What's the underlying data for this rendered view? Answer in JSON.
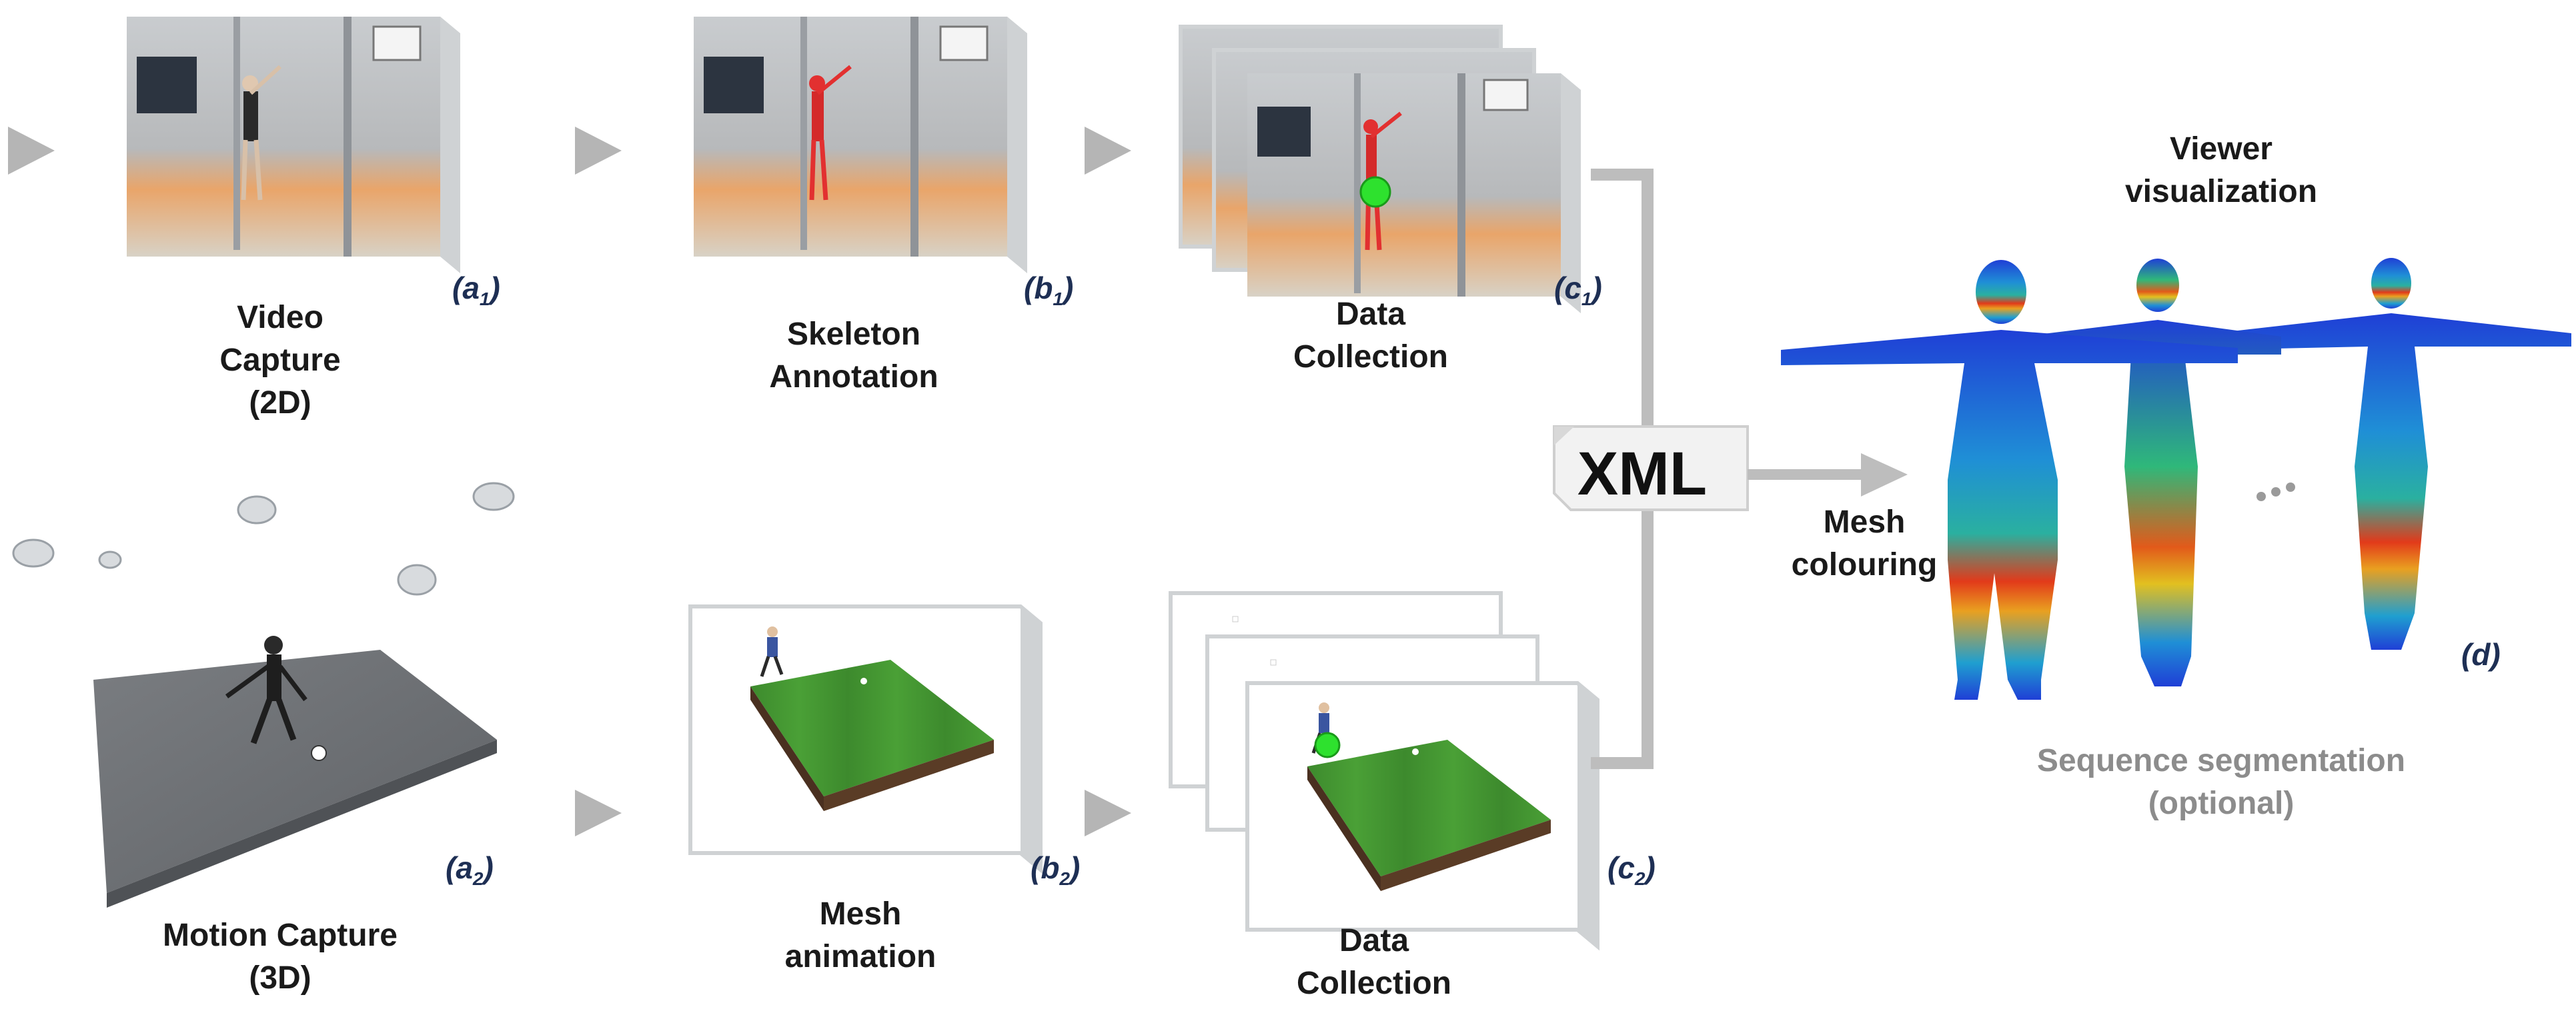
{
  "labels": {
    "video_capture": [
      "Video",
      "Capture",
      "(2D)"
    ],
    "skeleton_annotation": [
      "Skeleton",
      "Annotation"
    ],
    "data_collection_top": [
      "Data",
      "Collection"
    ],
    "motion_capture": [
      "Motion Capture",
      "(3D)"
    ],
    "mesh_animation": [
      "Mesh",
      "animation"
    ],
    "data_collection_bottom": [
      "Data",
      "Collection"
    ],
    "viewer_visualization": [
      "Viewer",
      "visualization"
    ],
    "mesh_colouring": [
      "Mesh",
      "colouring"
    ],
    "sequence_segmentation": [
      "Sequence segmentation",
      "(optional)"
    ],
    "xml": "XML"
  },
  "tags": {
    "a1": {
      "letter": "(a",
      "sub": "1",
      "close": ")"
    },
    "b1": {
      "letter": "(b",
      "sub": "1",
      "close": ")"
    },
    "c1": {
      "letter": "(c",
      "sub": "1",
      "close": ")"
    },
    "a2": {
      "letter": "(a",
      "sub": "2",
      "close": ")"
    },
    "b2": {
      "letter": "(b",
      "sub": "2",
      "close": ")"
    },
    "c2": {
      "letter": "(c",
      "sub": "2",
      "close": ")"
    },
    "d": "(d)"
  },
  "colors": {
    "arrow": "#b5b5b5",
    "connector": "#bdbdbd",
    "field_green": "#3e8f2e",
    "mocap_floor": "#6e7175",
    "tag_text": "#1e2f54",
    "label_text": "#1a1a1a",
    "caption_grey": "#8c8c8c",
    "heat_blue": "#1f3fd6",
    "heat_red": "#e23a1a"
  },
  "icons": [
    "arrow-right-icon",
    "document-icon",
    "human-mesh-icon",
    "soccer-ball-icon",
    "mocap-camera-icon"
  ]
}
